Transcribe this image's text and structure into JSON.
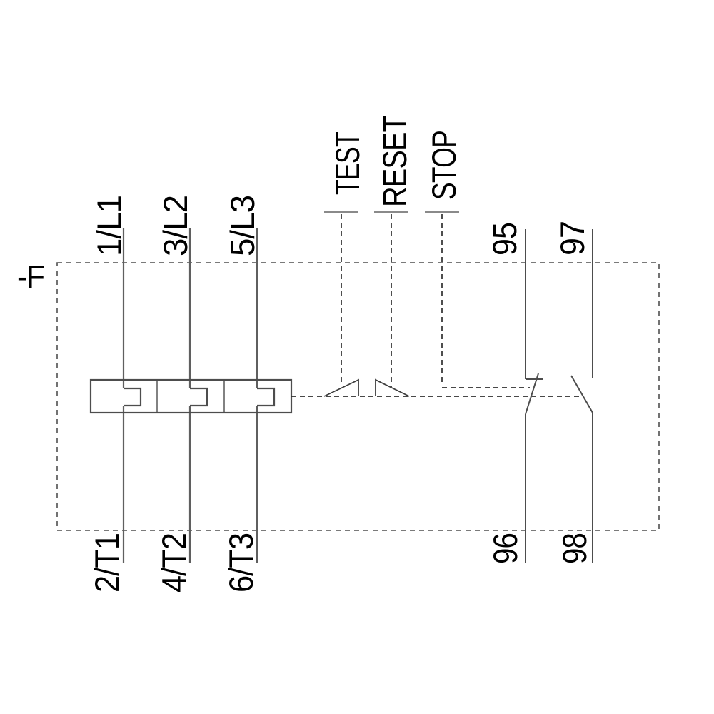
{
  "schematic": {
    "device_designation": "-F",
    "power_circuit": {
      "top_terminals": [
        "1/L1",
        "3/L2",
        "5/L3"
      ],
      "bottom_terminals": [
        "2/T1",
        "4/T2",
        "6/T3"
      ]
    },
    "controls": [
      "TEST",
      "RESET",
      "STOP"
    ],
    "aux_contacts": {
      "nc_top": "95",
      "nc_bottom": "96",
      "no_top": "97",
      "no_bottom": "98"
    },
    "colors": {
      "background": "#ffffff",
      "text": "#000000",
      "solid_line": "#4d4d4d",
      "phase_line": "#5f5f5f",
      "linkage_dash": "#2f2f2f",
      "border_dash": "#4f4f4f",
      "actuator_bar": "#8a8a8a"
    }
  }
}
